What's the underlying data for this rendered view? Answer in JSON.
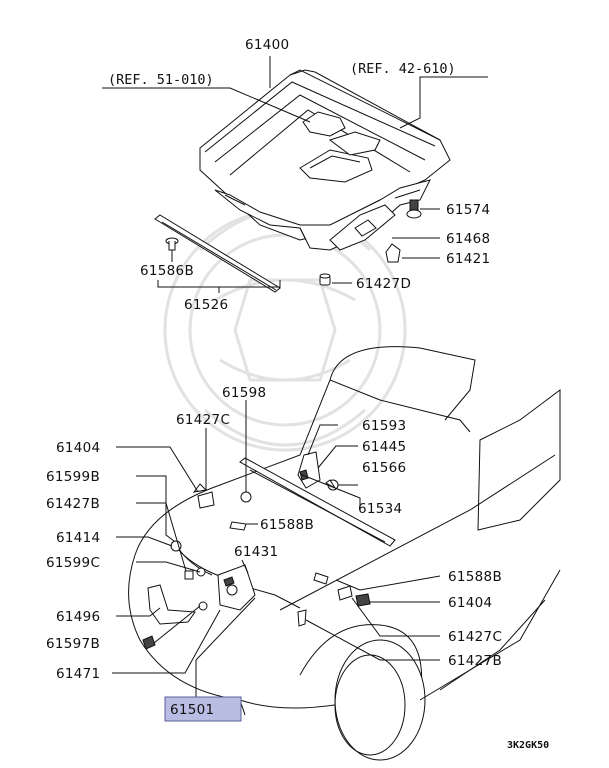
{
  "references": {
    "left": "(REF. 51-010)",
    "right": "(REF. 42-610)"
  },
  "parts": [
    {
      "key": "p61400",
      "number": "61400"
    },
    {
      "key": "p61574",
      "number": "61574"
    },
    {
      "key": "p61468",
      "number": "61468"
    },
    {
      "key": "p61421",
      "number": "61421"
    },
    {
      "key": "p61586B",
      "number": "61586B"
    },
    {
      "key": "p61526",
      "number": "61526"
    },
    {
      "key": "p61427D",
      "number": "61427D"
    },
    {
      "key": "p61598",
      "number": "61598"
    },
    {
      "key": "p61427C_a",
      "number": "61427C"
    },
    {
      "key": "p61404_a",
      "number": "61404"
    },
    {
      "key": "p61593",
      "number": "61593"
    },
    {
      "key": "p61445",
      "number": "61445"
    },
    {
      "key": "p61566",
      "number": "61566"
    },
    {
      "key": "p61599B",
      "number": "61599B"
    },
    {
      "key": "p61427B_a",
      "number": "61427B"
    },
    {
      "key": "p61534",
      "number": "61534"
    },
    {
      "key": "p61588B_a",
      "number": "61588B"
    },
    {
      "key": "p61414",
      "number": "61414"
    },
    {
      "key": "p61431",
      "number": "61431"
    },
    {
      "key": "p61599C",
      "number": "61599C"
    },
    {
      "key": "p61588B_b",
      "number": "61588B"
    },
    {
      "key": "p61404_b",
      "number": "61404"
    },
    {
      "key": "p61496",
      "number": "61496"
    },
    {
      "key": "p61427C_b",
      "number": "61427C"
    },
    {
      "key": "p61597B",
      "number": "61597B"
    },
    {
      "key": "p61427B_b",
      "number": "61427B"
    },
    {
      "key": "p61471",
      "number": "61471"
    },
    {
      "key": "p61501",
      "number": "61501"
    }
  ],
  "highlight": {
    "part": "61501",
    "color": "#b9bde3",
    "border": "#5a5f9a"
  },
  "diagram_code": "3K2GK50"
}
